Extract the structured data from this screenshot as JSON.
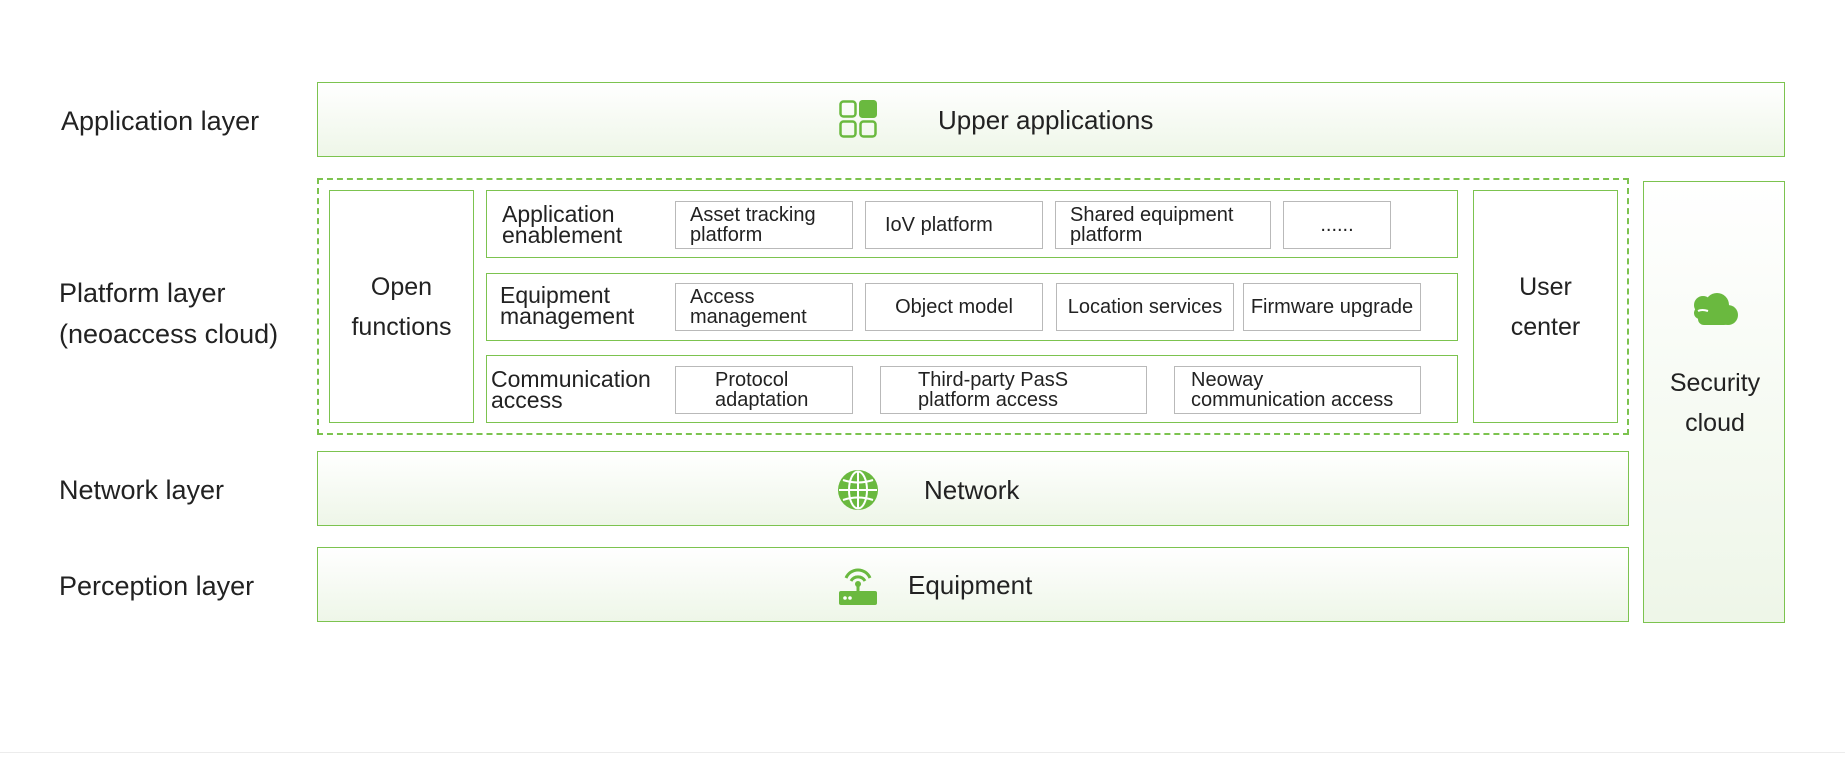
{
  "colors": {
    "accent": "#6ab93f",
    "border": "#7cc34f",
    "chip_border": "#b9b9b9"
  },
  "layers": {
    "application": "Application layer",
    "platform": [
      "Platform layer",
      "(neoaccess cloud)"
    ],
    "network": "Network layer",
    "perception": "Perception layer"
  },
  "bands": {
    "upper_applications": {
      "icon": "apps-grid-icon",
      "label": "Upper applications"
    },
    "network": {
      "icon": "globe-icon",
      "label": "Network"
    },
    "equipment": {
      "icon": "router-icon",
      "label": "Equipment"
    }
  },
  "platform": {
    "open_functions": [
      "Open",
      "functions"
    ],
    "user_center": [
      "User",
      "center"
    ],
    "rows": {
      "application_enablement": {
        "title": [
          "Application",
          "enablement"
        ],
        "chips": [
          [
            "Asset tracking",
            "platform"
          ],
          [
            "IoV platform"
          ],
          [
            "Shared equipment",
            "platform"
          ],
          [
            "......"
          ]
        ]
      },
      "equipment_management": {
        "title": [
          "Equipment",
          "management"
        ],
        "chips": [
          [
            "Access",
            "management"
          ],
          [
            "Object model"
          ],
          [
            "Location services"
          ],
          [
            "Firmware upgrade"
          ]
        ]
      },
      "communication_access": {
        "title": [
          "Communication",
          "access"
        ],
        "chips": [
          [
            "Protocol",
            "adaptation"
          ],
          [
            "Third-party PasS",
            "platform access"
          ],
          [
            "Neoway",
            "communication access"
          ]
        ]
      }
    }
  },
  "security_cloud": {
    "icon": "cloud-icon",
    "label": [
      "Security",
      "cloud"
    ]
  }
}
